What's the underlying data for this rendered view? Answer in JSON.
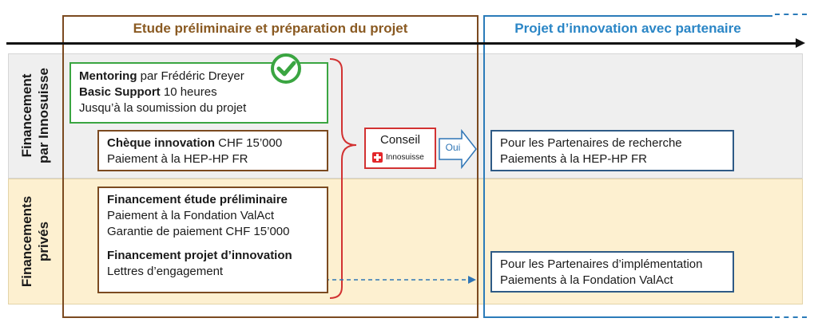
{
  "phases": {
    "preliminary": "Etude préliminaire et préparation du projet",
    "innovation": "Projet d’innovation  avec partenaire"
  },
  "rows": {
    "innosuisse": [
      "Financement",
      "par Innosuisse"
    ],
    "private": [
      "Financements",
      "privés"
    ]
  },
  "boxes": {
    "mentoring": {
      "title": "Mentoring",
      "title_suffix": " par Frédéric Dreyer",
      "support": "Basic Support",
      "support_suffix": " 10 heures",
      "line3": "Jusqu’à la soumission du projet"
    },
    "cheque": {
      "title": "Chèque innovation",
      "title_suffix": " CHF 15’000",
      "line2": "Paiement à la HEP-HP FR"
    },
    "private": {
      "title1": "Financement étude préliminaire",
      "line2": "Paiement à la Fondation ValAct",
      "line3": "Garantie de paiement CHF 15’000",
      "title2": "Financement projet d’innovation",
      "line5": "Lettres d’engagement"
    },
    "research": {
      "line1": "Pour les Partenaires de recherche",
      "line2": "Paiements à la HEP-HP FR"
    },
    "implementation": {
      "line1": "Pour les Partenaires d’implémentation",
      "line2": "Paiements à la Fondation ValAct"
    }
  },
  "conseil": {
    "title": "Conseil",
    "brand": "Innosuisse"
  },
  "oui": "Oui",
  "icons": {
    "check": "check-circle-icon",
    "swiss": "swiss-cross-icon"
  },
  "colors": {
    "brown": "#7b4a20",
    "blue": "#2b7bb9",
    "green": "#3aa541",
    "red": "#d23232"
  }
}
